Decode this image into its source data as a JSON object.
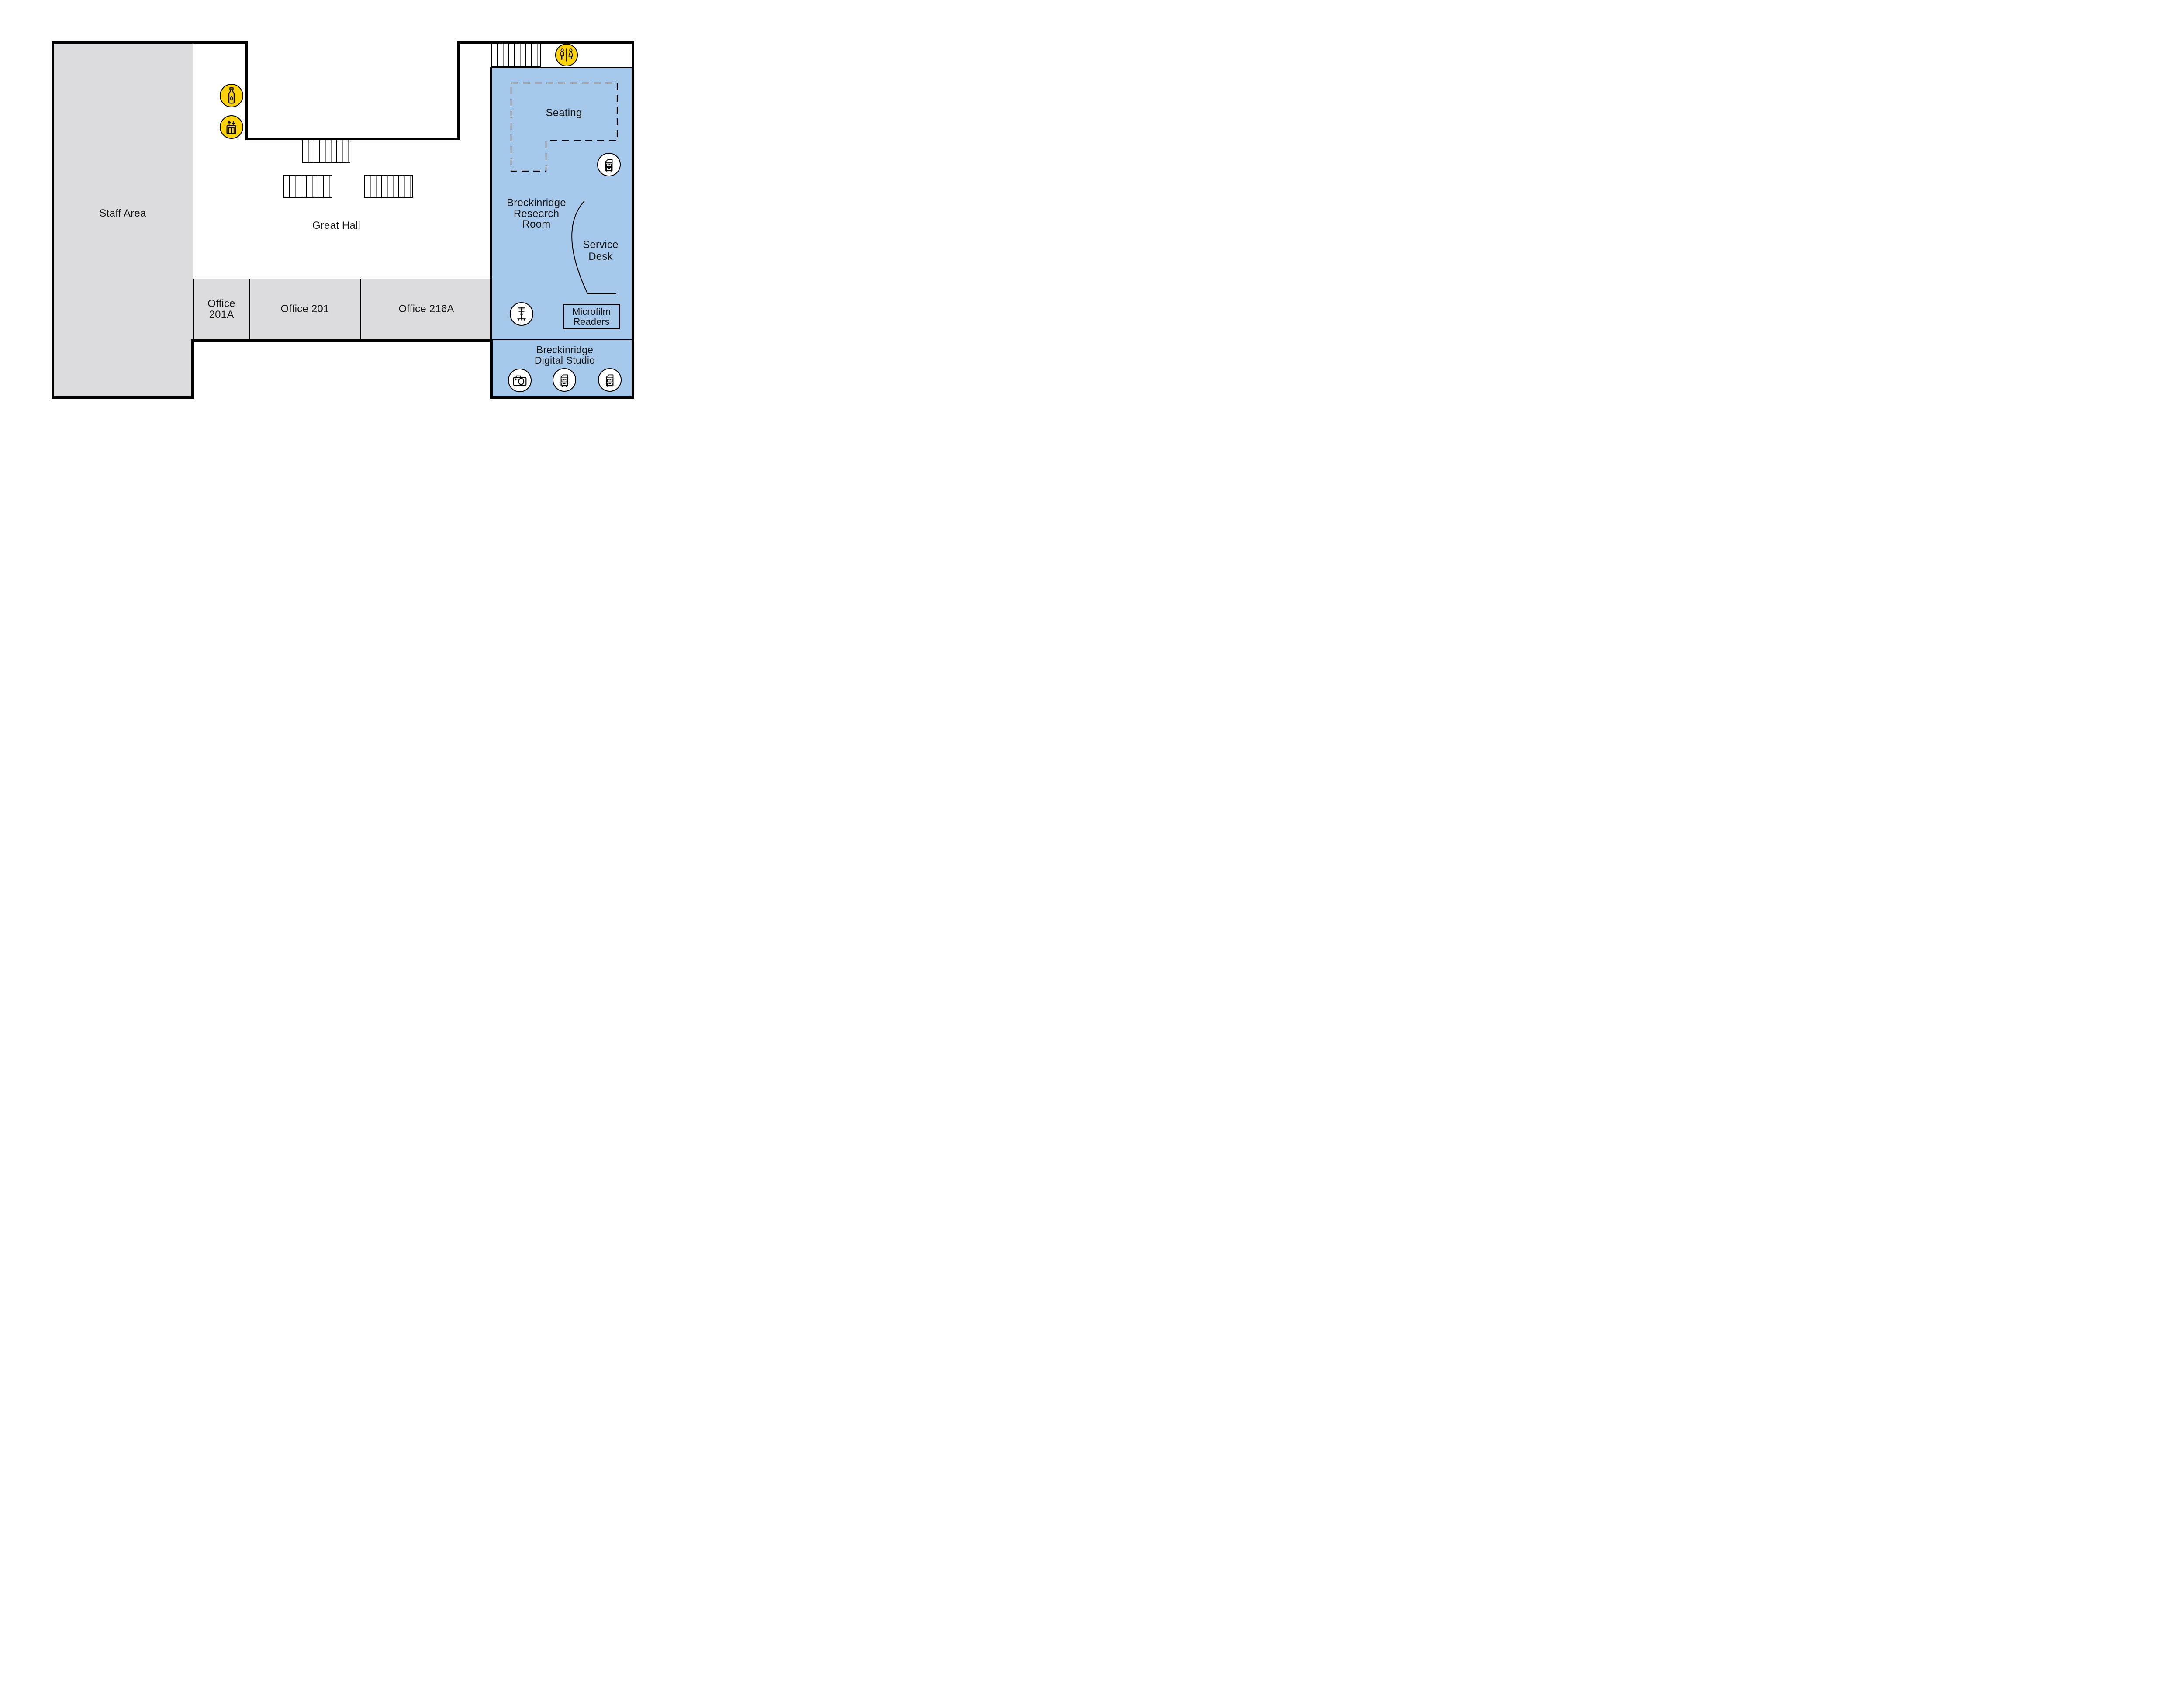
{
  "map_type": "library-floor-plan",
  "colors": {
    "wall": "#000000",
    "room_blue": "#A6C8EA",
    "room_gray": "#DCDCDE",
    "icon_yellow": "#FBD20B",
    "background": "#FFFFFF",
    "text": "#121212"
  },
  "rooms": {
    "staff_area": {
      "label": "Staff Area"
    },
    "great_hall": {
      "label": "Great Hall"
    },
    "office_201a": {
      "lines": [
        "Office",
        "201A"
      ]
    },
    "office_201": {
      "label": "Office 201"
    },
    "office_216a": {
      "label": "Office 216A"
    },
    "research_room": {
      "lines": [
        "Breckinridge",
        "Research",
        "Room"
      ]
    },
    "seating": {
      "label": "Seating"
    },
    "service_desk": {
      "lines": [
        "Service",
        "Desk"
      ]
    },
    "microfilm_readers": {
      "lines": [
        "Microfilm",
        "Readers"
      ]
    },
    "digital_studio": {
      "lines": [
        "Breckinridge",
        "Digital Studio"
      ]
    }
  },
  "icons": {
    "bottle_filling_station": "water-bottle-filling-station",
    "elevator": "elevator",
    "restroom": "all-gender-restroom",
    "printer_research_room": "printer-copier",
    "lockers": "lockers",
    "camera": "camera",
    "printer_studio_1": "printer-copier",
    "printer_studio_2": "printer-copier",
    "stairs": [
      "stairs-top-right",
      "stairs-great-hall-top",
      "stairs-great-hall-left",
      "stairs-great-hall-right"
    ]
  }
}
